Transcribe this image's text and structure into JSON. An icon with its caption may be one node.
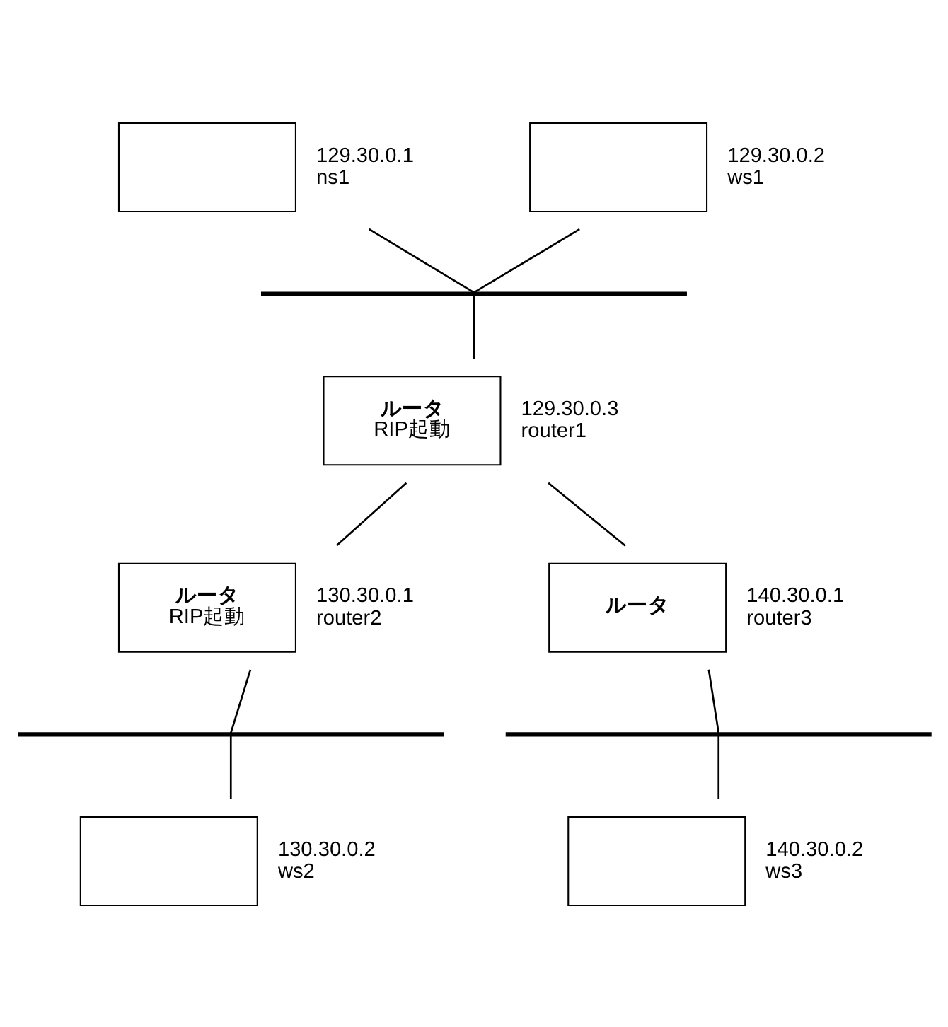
{
  "diagram": {
    "nodes": [
      {
        "text": [],
        "shape": "box",
        "beside": [
          "129.30.0.1",
          "ns1"
        ]
      },
      {
        "text": [],
        "shape": "box",
        "beside": [
          "129.30.0.2",
          "ws1"
        ]
      },
      {
        "text": [],
        "shape": "bar"
      },
      {
        "text": [
          "ルータ",
          "RIP起動"
        ],
        "beside": [
          "129.30.0.3",
          "router1"
        ]
      },
      {
        "text": [
          "ルータ",
          "RIP起動"
        ],
        "beside": [
          "130.30.0.1",
          "router2"
        ]
      },
      {
        "text": [
          "ルータ"
        ],
        "beside": [
          "140.30.0.1",
          "router3"
        ]
      },
      {
        "text": [],
        "shape": "bar"
      },
      {
        "text": [],
        "shape": "bar"
      },
      {
        "text": [],
        "shape": "box",
        "beside": [
          "130.30.0.2",
          "ws2"
        ]
      },
      {
        "text": [],
        "shape": "box",
        "beside": [
          "140.30.0.2",
          "ws3"
        ]
      }
    ],
    "edges": [
      {
        "from": 0,
        "to": 2,
        "arrow": "none"
      },
      {
        "from": 1,
        "to": 2,
        "arrow": "none"
      },
      {
        "from": 2,
        "to": 3,
        "arrow": "none"
      },
      {
        "from": 3,
        "to": 4,
        "arrow": "none"
      },
      {
        "from": 3,
        "to": 5,
        "arrow": "none"
      },
      {
        "from": 4,
        "to": 6,
        "arrow": "none"
      },
      {
        "from": 6,
        "to": 8,
        "arrow": "none"
      },
      {
        "from": 5,
        "to": 7,
        "arrow": "none"
      },
      {
        "from": 7,
        "to": 9,
        "arrow": "none"
      }
    ]
  }
}
